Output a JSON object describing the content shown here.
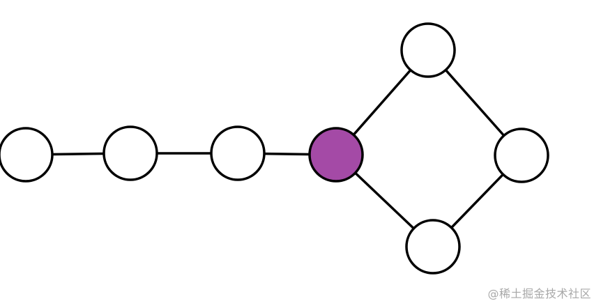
{
  "diagram": {
    "type": "graph",
    "nodes": [
      {
        "id": "n1",
        "highlighted": false
      },
      {
        "id": "n2",
        "highlighted": false
      },
      {
        "id": "n3",
        "highlighted": false
      },
      {
        "id": "n4",
        "highlighted": true
      },
      {
        "id": "n5",
        "highlighted": false
      },
      {
        "id": "n6",
        "highlighted": false
      },
      {
        "id": "n7",
        "highlighted": false
      }
    ],
    "edges": [
      {
        "from": "n1",
        "to": "n2"
      },
      {
        "from": "n2",
        "to": "n3"
      },
      {
        "from": "n3",
        "to": "n4"
      },
      {
        "from": "n4",
        "to": "n5"
      },
      {
        "from": "n5",
        "to": "n6"
      },
      {
        "from": "n6",
        "to": "n7"
      },
      {
        "from": "n7",
        "to": "n4"
      }
    ],
    "colors": {
      "highlight_fill": "#a44aa6",
      "node_fill": "#ffffff",
      "stroke": "#000000"
    }
  },
  "watermark": {
    "text": "@稀土掘金技术社区"
  }
}
